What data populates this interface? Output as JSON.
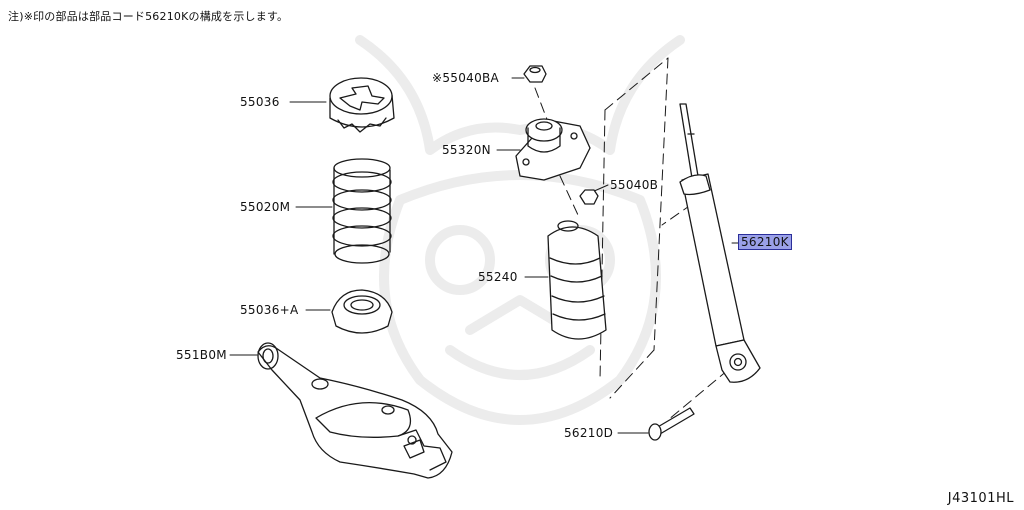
{
  "header_note": "注)※印の部品は部品コード56210Kの構成を示します。",
  "figure_ref": "J43101HL",
  "highlight_color": "#9aa0e8",
  "labels": {
    "bound_bumper_upper": "55036",
    "coil_spring": "55020M",
    "spring_seat_lower": "55036+A",
    "lower_arm": "551B0M",
    "nut_upper": "※55040BA",
    "mount_insulator": "55320N",
    "nut_lower": "55040B",
    "bound_bumper": "55240",
    "shock_absorber": "56210K",
    "bolt": "56210D"
  }
}
